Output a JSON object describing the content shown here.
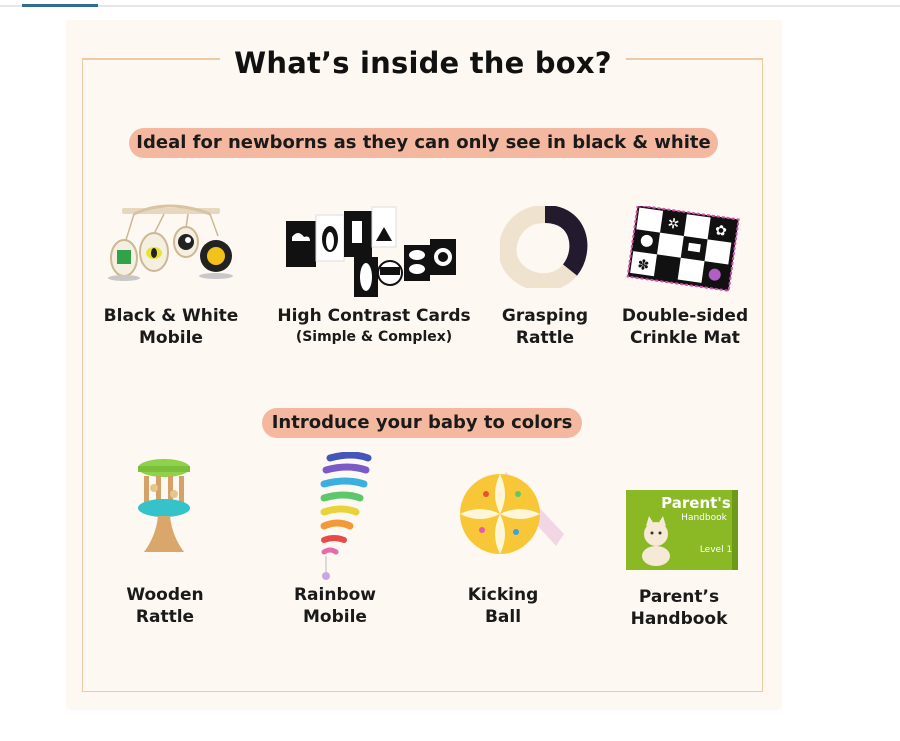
{
  "title": "What’s inside the box?",
  "section1": {
    "heading": "Ideal for newborns as they can only see in black & white",
    "items": [
      {
        "line1": "Black & White",
        "line2": "Mobile",
        "icon": "black-white-mobile-icon"
      },
      {
        "line1": "High Contrast Cards",
        "line2": "(Simple & Complex)",
        "icon": "high-contrast-cards-icon"
      },
      {
        "line1": "Grasping",
        "line2": "Rattle",
        "icon": "grasping-rattle-icon"
      },
      {
        "line1": "Double-sided",
        "line2": "Crinkle Mat",
        "icon": "crinkle-mat-icon"
      }
    ]
  },
  "section2": {
    "heading": "Introduce your baby to colors",
    "items": [
      {
        "line1": "Wooden",
        "line2": "Rattle",
        "icon": "wooden-rattle-icon"
      },
      {
        "line1": "Rainbow",
        "line2": "Mobile",
        "icon": "rainbow-mobile-icon"
      },
      {
        "line1": "Kicking",
        "line2": "Ball",
        "icon": "kicking-ball-icon"
      },
      {
        "line1": "Parent’s",
        "line2": "Handbook",
        "icon": "parents-handbook-icon"
      }
    ]
  },
  "handbook_cover": {
    "title": "Parent's",
    "subtitle": "Handbook",
    "level": "Level 1"
  },
  "colors": {
    "accent_pill": "#f4b8a0",
    "frame": "#efc9a6",
    "panel": "#fdf8f1"
  }
}
